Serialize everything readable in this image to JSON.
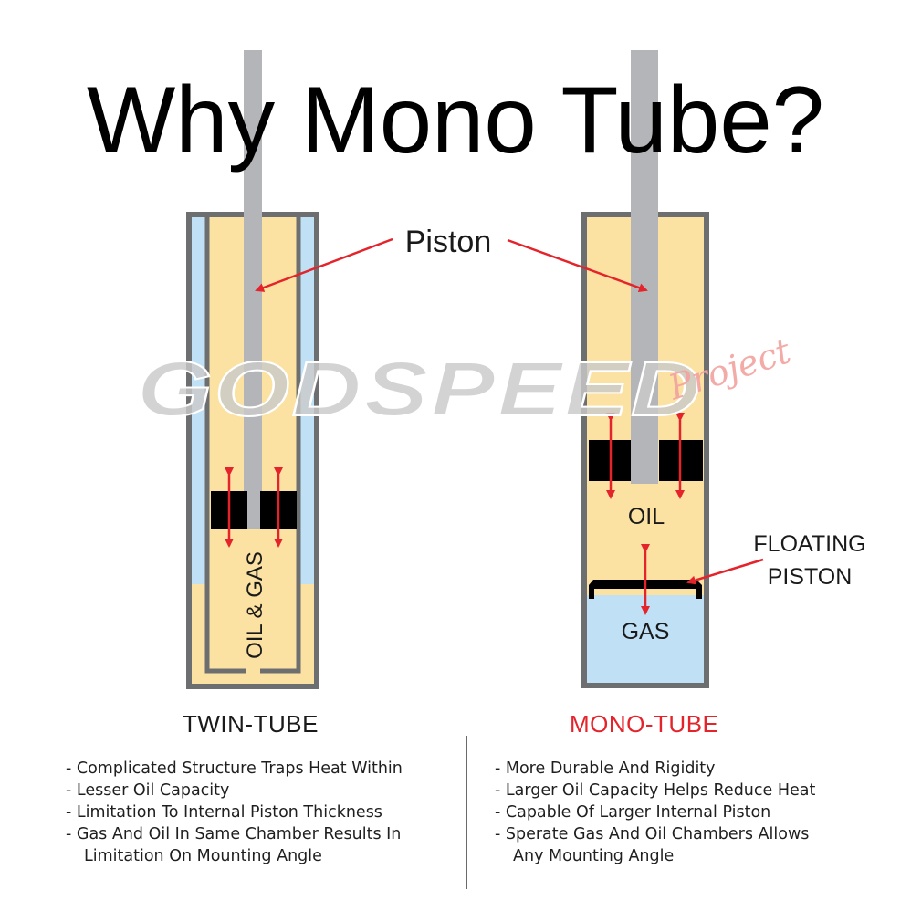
{
  "title": "Why Mono Tube?",
  "watermark": {
    "main": "GODSPEED",
    "script": "Project"
  },
  "labels": {
    "piston": "Piston",
    "oil_and_gas": "OIL & GAS",
    "oil": "OIL",
    "gas": "GAS",
    "floating_piston_line1": "FLOATING",
    "floating_piston_line2": "PISTON"
  },
  "twin_tube": {
    "heading": "TWIN-TUBE",
    "points": [
      "- Complicated Structure Traps Heat Within",
      "- Lesser Oil Capacity",
      "- Limitation To Internal Piston Thickness",
      "- Gas And Oil In Same Chamber Results In",
      "Limitation On Mounting Angle"
    ]
  },
  "mono_tube": {
    "heading": "MONO-TUBE",
    "points": [
      "- More Durable And Rigidity",
      "- Larger Oil Capacity Helps Reduce Heat",
      "- Capable Of Larger Internal Piston",
      "- Sperate Gas And Oil Chambers Allows",
      "Any Mounting Angle"
    ]
  },
  "colors": {
    "oil": "#fbe2a2",
    "gas": "#bfe0f5",
    "tube_wall": "#6d6e70",
    "rod": "#b4b5b8",
    "piston": "#000000",
    "arrow": "#e4232b",
    "watermark": "#c9c9c9",
    "watermark_script": "#f2a29f",
    "mono_heading": "#e4232b"
  }
}
